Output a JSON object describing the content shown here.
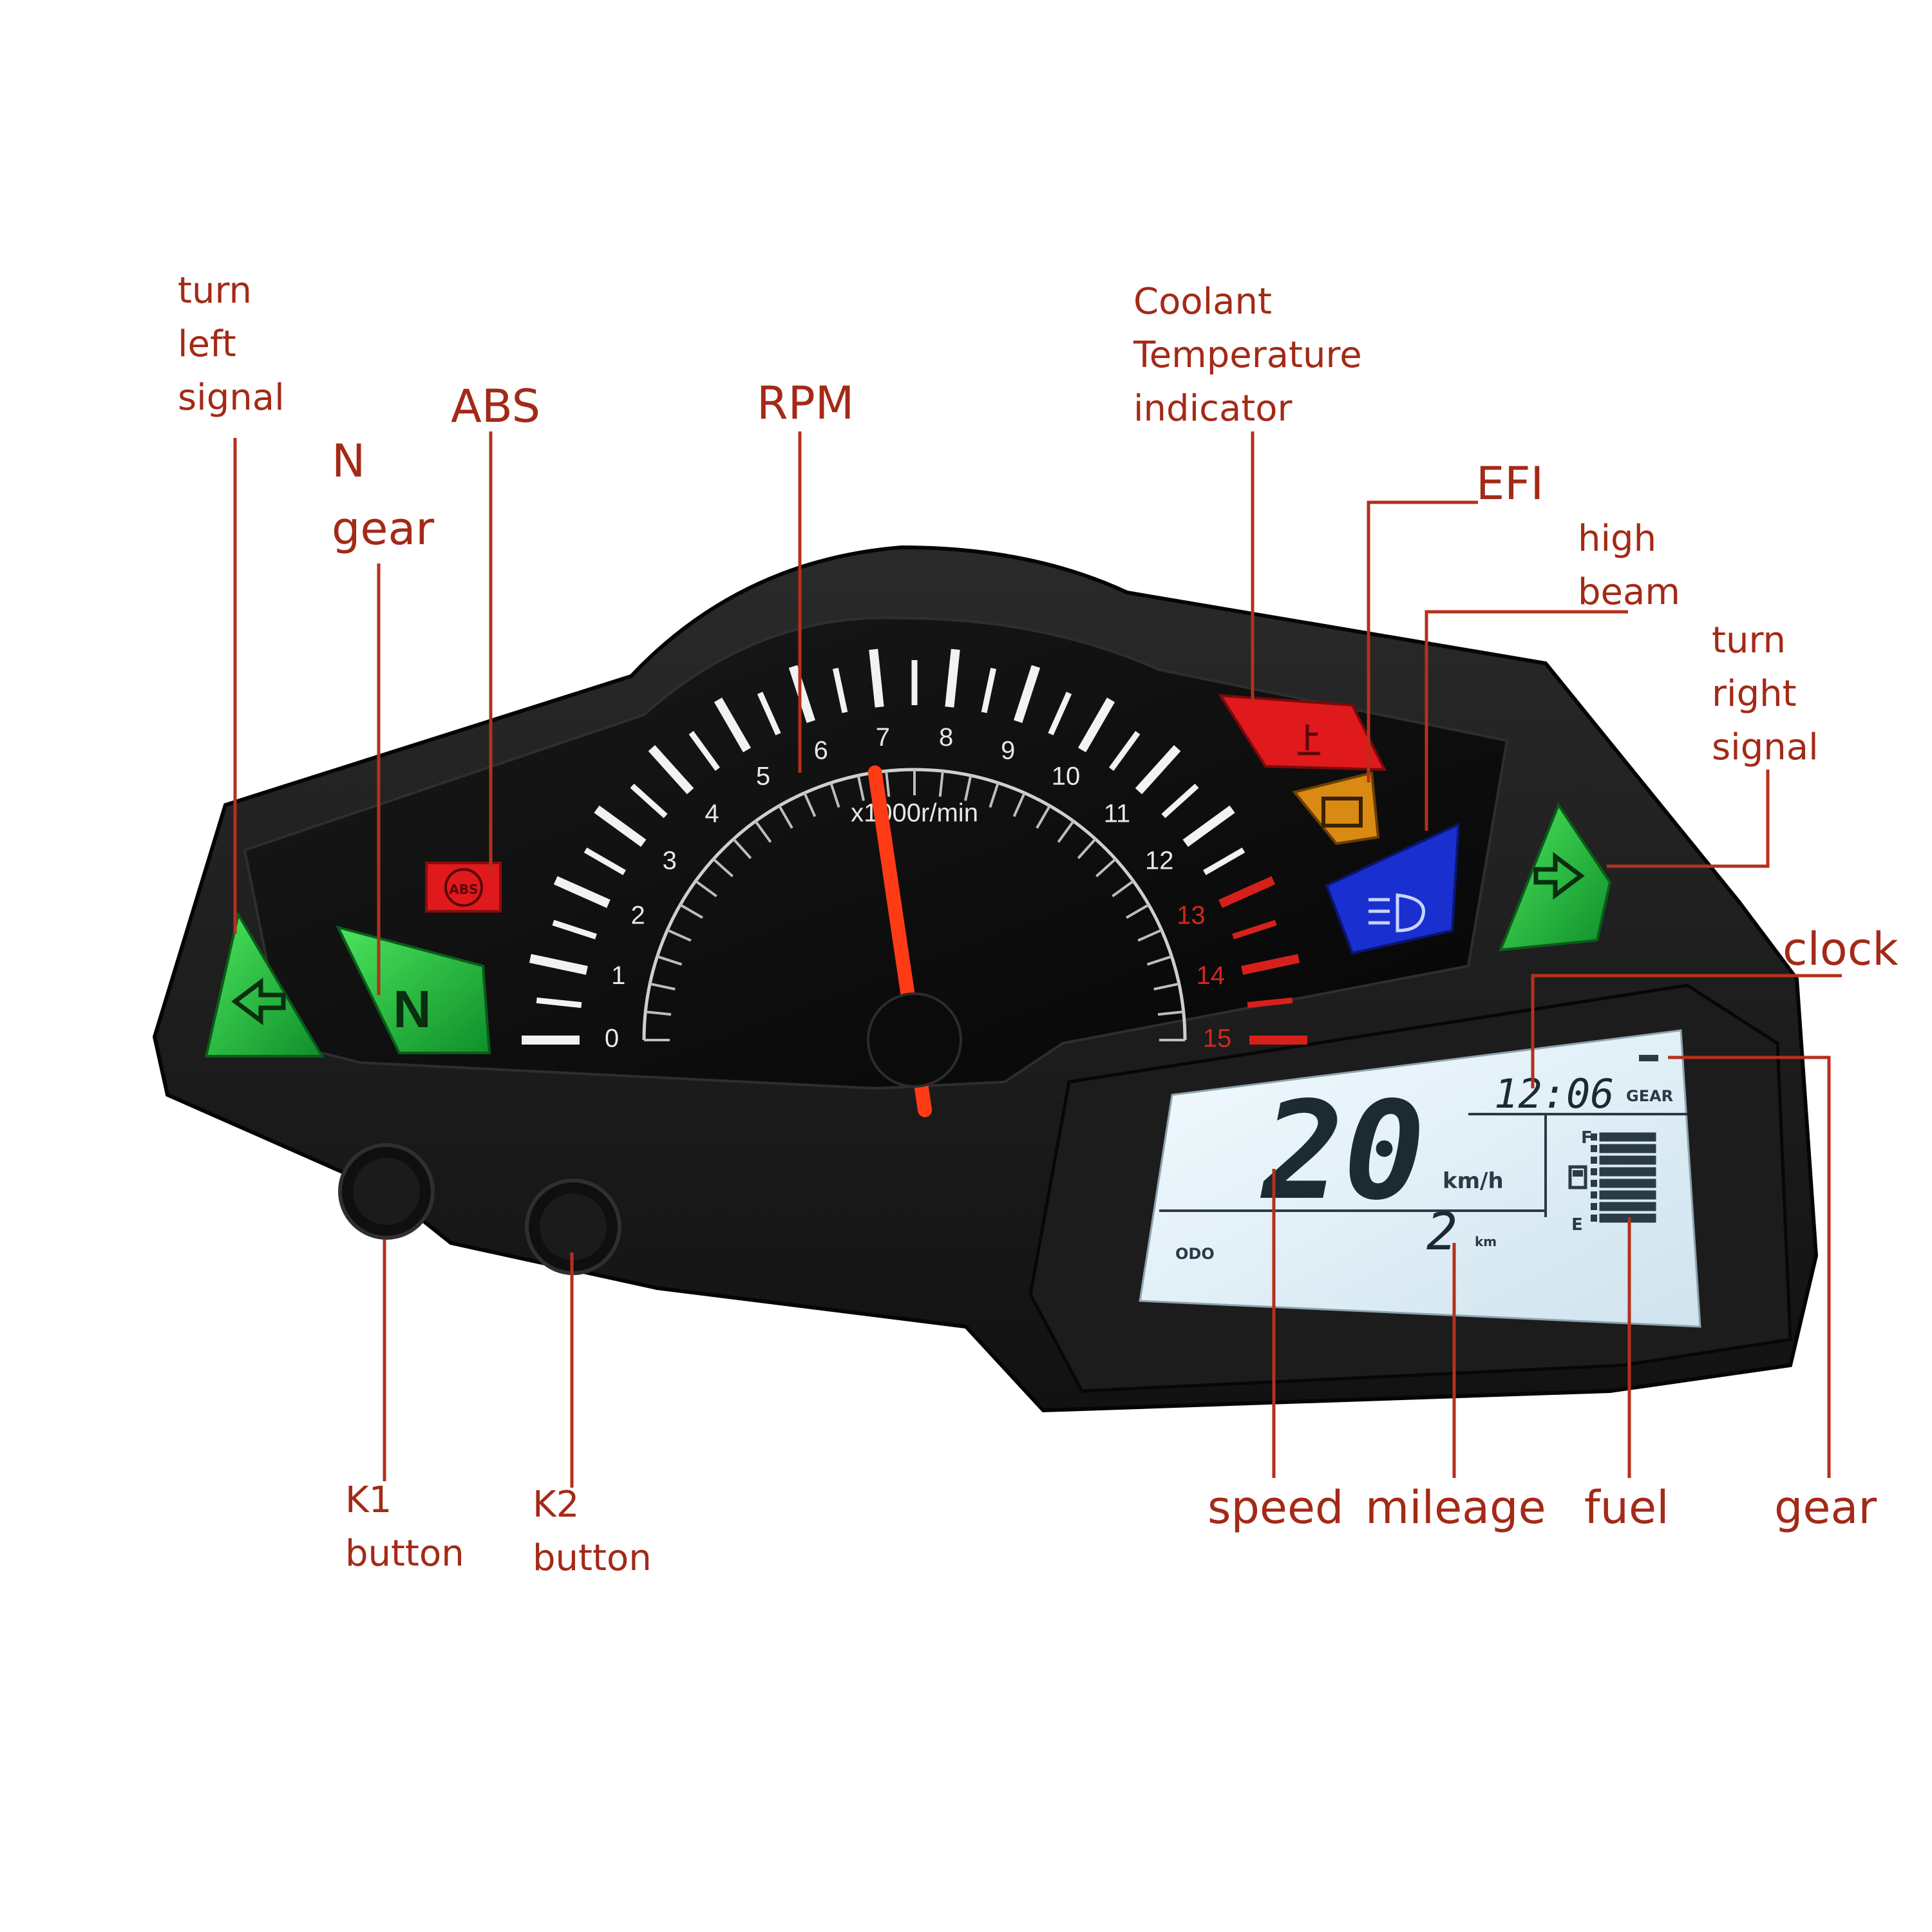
{
  "labels": {
    "turn_left": [
      "turn",
      "left",
      "signal"
    ],
    "abs": "ABS",
    "n_gear": [
      "N",
      "gear"
    ],
    "rpm": "RPM",
    "coolant": [
      "Coolant",
      "Temperature",
      "indicator"
    ],
    "efi": "EFI",
    "high_beam": [
      "high",
      "beam"
    ],
    "turn_right": [
      "turn",
      "right",
      "signal"
    ],
    "clock": "clock",
    "k1": [
      "K1",
      "button"
    ],
    "k2": [
      "K2",
      "button"
    ],
    "speed": "speed",
    "mileage": "mileage",
    "fuel": "fuel",
    "gear": "gear"
  },
  "tachometer": {
    "ticks": [
      "0",
      "1",
      "2",
      "3",
      "4",
      "5",
      "6",
      "7",
      "8",
      "9",
      "10",
      "11",
      "12",
      "13",
      "14",
      "15"
    ],
    "red_zone_start": 13,
    "unit": "x1000r/min",
    "needle_value": 6.8
  },
  "indicators": {
    "n_letter": "N",
    "abs_text": "ABS"
  },
  "lcd": {
    "speed": "20",
    "speed_unit": "km/h",
    "clock": "12:06",
    "gear_label": "GEAR",
    "odo_label": "ODO",
    "odo_value": "2",
    "odo_unit": "km",
    "fuel_full": "F",
    "fuel_empty": "E",
    "fuel_level": 1.0
  },
  "colors": {
    "label_red": "#a32a17",
    "green_indicator": "#17b83a",
    "red_indicator": "#e0191c",
    "amber_indicator": "#d98a12",
    "blue_indicator": "#1a2fd0",
    "lcd_bg": "#e4f1f7"
  }
}
